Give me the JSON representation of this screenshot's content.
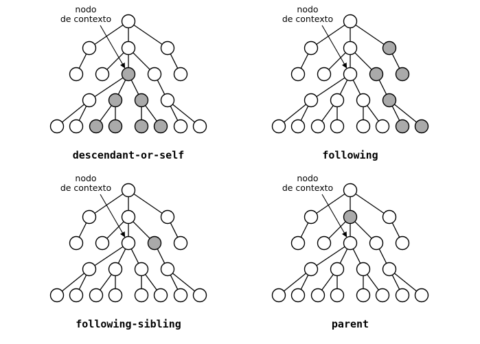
{
  "colors": {
    "highlight": "#aaaaaa",
    "normal": "#ffffff",
    "stroke": "#000000"
  },
  "panels": [
    {
      "caption": "descendant-or-self",
      "annotation": [
        "nodo",
        "de contexto"
      ],
      "highlighted": [
        "L2b",
        "L3b",
        "L3c",
        "L4c",
        "L4d",
        "L4e",
        "L4f"
      ]
    },
    {
      "caption": "following",
      "annotation": [
        "nodo",
        "de contexto"
      ],
      "highlighted": [
        "L1c",
        "L2c",
        "L2d",
        "L3d",
        "L4g",
        "L4h"
      ]
    },
    {
      "caption": "following-sibling",
      "annotation": [
        "nodo",
        "de contexto"
      ],
      "highlighted": [
        "L2c"
      ]
    },
    {
      "caption": "parent",
      "annotation": [
        "nodo",
        "de contexto"
      ],
      "highlighted": [
        "L1b"
      ]
    }
  ]
}
